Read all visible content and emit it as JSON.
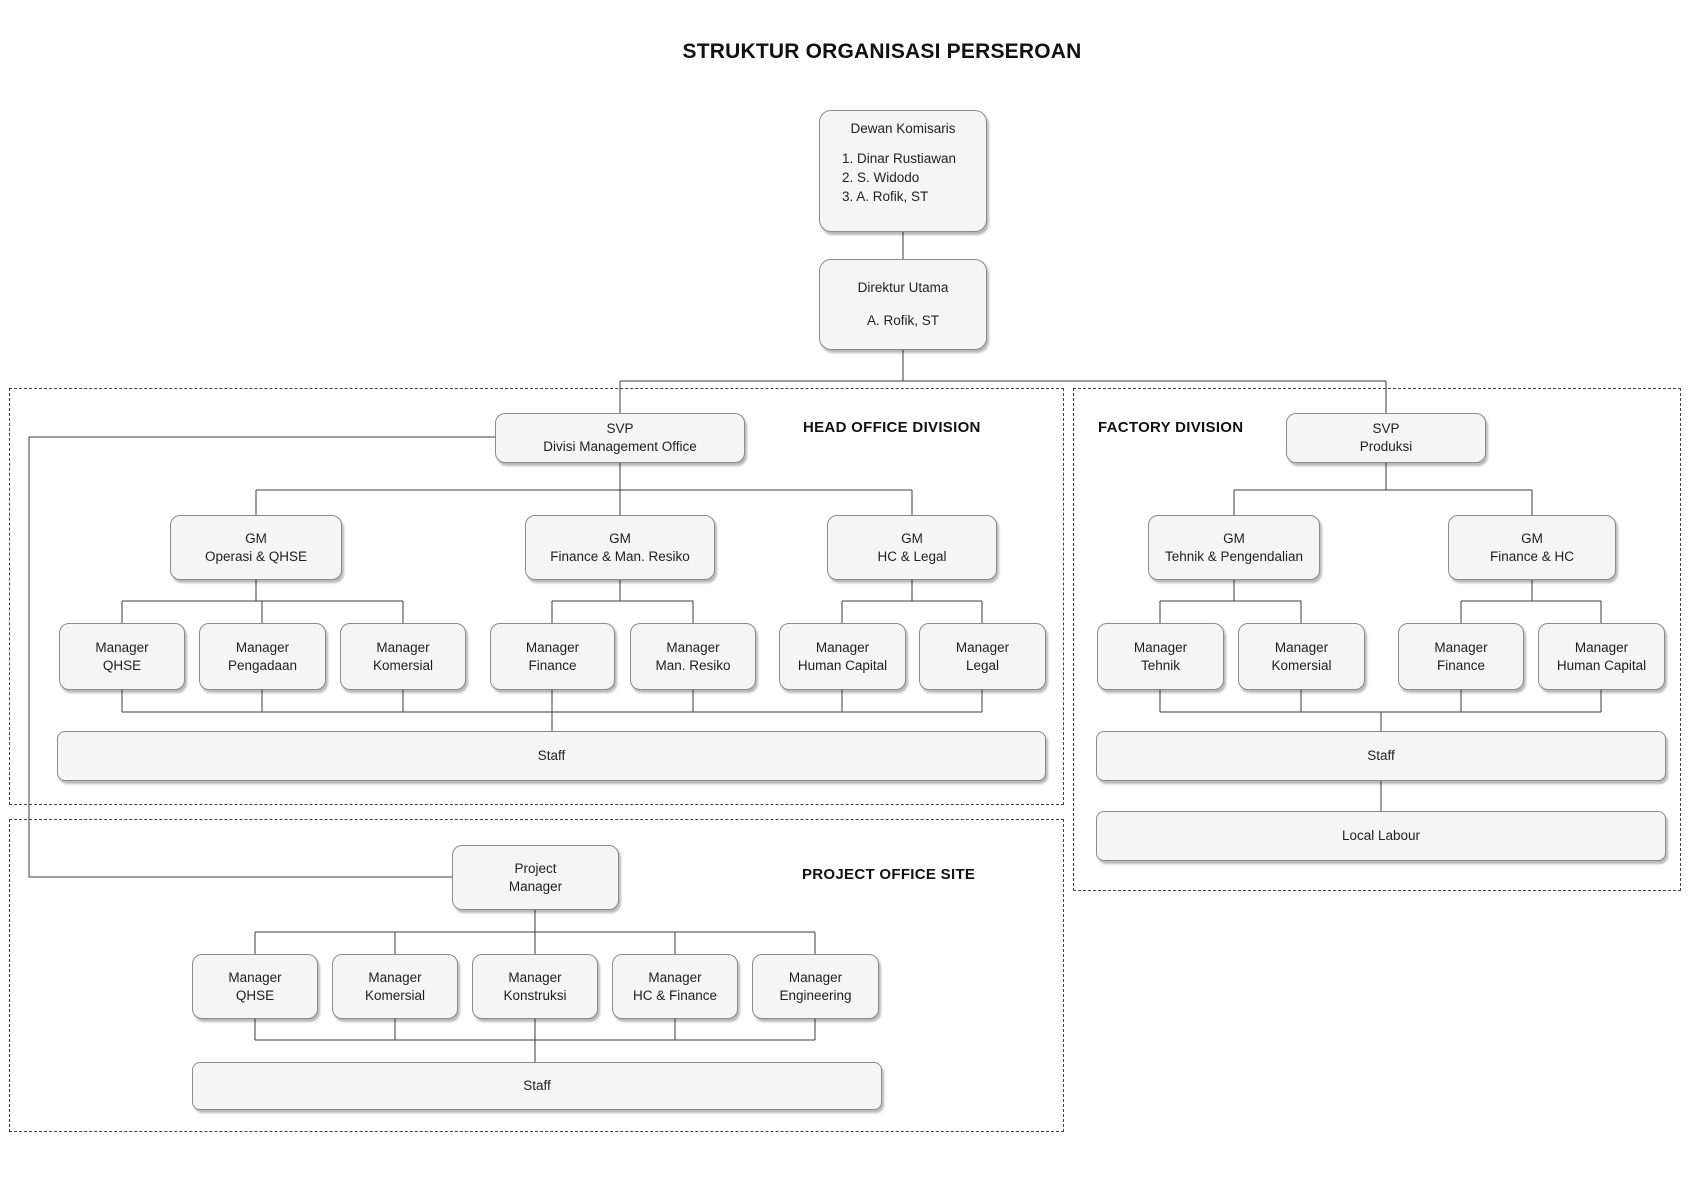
{
  "title": "STRUKTUR ORGANISASI PERSEROAN",
  "colors": {
    "box_fill": "#f5f5f5",
    "box_border": "#8c8c8c",
    "connector": "#3c3c3c",
    "text": "#1f1f1f"
  },
  "dewan_komisaris": {
    "title": "Dewan Komisaris",
    "members": [
      "1. Dinar Rustiawan",
      "2. S. Widodo",
      "3. A. Rofik, ST"
    ]
  },
  "direktur_utama": {
    "title": "Direktur Utama",
    "name": "A. Rofik, ST"
  },
  "head_office": {
    "label": "HEAD OFFICE DIVISION",
    "svp": {
      "line1": "SVP",
      "line2": "Divisi Management Office"
    },
    "gm": [
      {
        "line1": "GM",
        "line2": "Operasi & QHSE"
      },
      {
        "line1": "GM",
        "line2": "Finance & Man. Resiko"
      },
      {
        "line1": "GM",
        "line2": "HC & Legal"
      }
    ],
    "managers": [
      {
        "line1": "Manager",
        "line2": "QHSE"
      },
      {
        "line1": "Manager",
        "line2": "Pengadaan"
      },
      {
        "line1": "Manager",
        "line2": "Komersial"
      },
      {
        "line1": "Manager",
        "line2": "Finance"
      },
      {
        "line1": "Manager",
        "line2": "Man. Resiko"
      },
      {
        "line1": "Manager",
        "line2": "Human Capital"
      },
      {
        "line1": "Manager",
        "line2": "Legal"
      }
    ],
    "staff": "Staff"
  },
  "factory": {
    "label": "FACTORY DIVISION",
    "svp": {
      "line1": "SVP",
      "line2": "Produksi"
    },
    "gm": [
      {
        "line1": "GM",
        "line2": "Tehnik & Pengendalian"
      },
      {
        "line1": "GM",
        "line2": "Finance & HC"
      }
    ],
    "managers": [
      {
        "line1": "Manager",
        "line2": "Tehnik"
      },
      {
        "line1": "Manager",
        "line2": "Komersial"
      },
      {
        "line1": "Manager",
        "line2": "Finance"
      },
      {
        "line1": "Manager",
        "line2": "Human Capital"
      }
    ],
    "staff": "Staff",
    "local_labour": "Local Labour"
  },
  "project": {
    "label": "PROJECT OFFICE SITE",
    "project_manager": {
      "line1": "Project",
      "line2": "Manager"
    },
    "managers": [
      {
        "line1": "Manager",
        "line2": "QHSE"
      },
      {
        "line1": "Manager",
        "line2": "Komersial"
      },
      {
        "line1": "Manager",
        "line2": "Konstruksi"
      },
      {
        "line1": "Manager",
        "line2": "HC & Finance"
      },
      {
        "line1": "Manager",
        "line2": "Engineering"
      }
    ],
    "staff": "Staff"
  }
}
